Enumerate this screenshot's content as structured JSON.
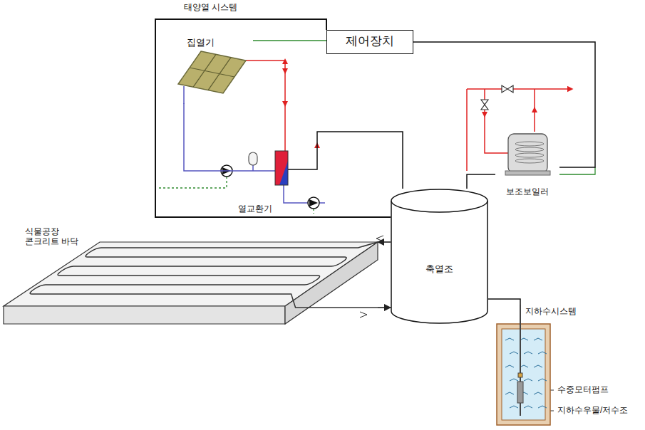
{
  "diagram": {
    "nodes": [
      {
        "text": [
          "태양열 시스템"
        ]
      },
      {
        "text": [
          "제어장치"
        ]
      },
      {
        "text": [
          "집열기"
        ],
        "in": 0
      },
      {
        "text": [
          "열교환기"
        ],
        "in": 0
      },
      {
        "text": [
          "보조보일러"
        ]
      },
      {
        "text": [
          "식물공장 콘크리트 바닥"
        ]
      },
      {
        "text": [
          "축열조"
        ]
      },
      {
        "text": [
          "지하수시스템"
        ]
      }
    ],
    "edges": [
      {
        "from": 1,
        "to": 2,
        "arrow": "none"
      },
      {
        "from": 2,
        "to": 3,
        "arrow": "none"
      },
      {
        "from": 3,
        "to": 6,
        "arrow": "none"
      },
      {
        "from": 1,
        "to": 4,
        "arrow": "none"
      },
      {
        "from": 4,
        "to": 6,
        "arrow": "none"
      },
      {
        "from": 6,
        "to": 5,
        "arrow": "to"
      },
      {
        "from": 5,
        "to": 6,
        "arrow": "to"
      },
      {
        "from": 7,
        "to": 6,
        "arrow": "none"
      }
    ],
    "labels": [
      "수중모터펌프",
      "지하수우물/저수조"
    ]
  }
}
